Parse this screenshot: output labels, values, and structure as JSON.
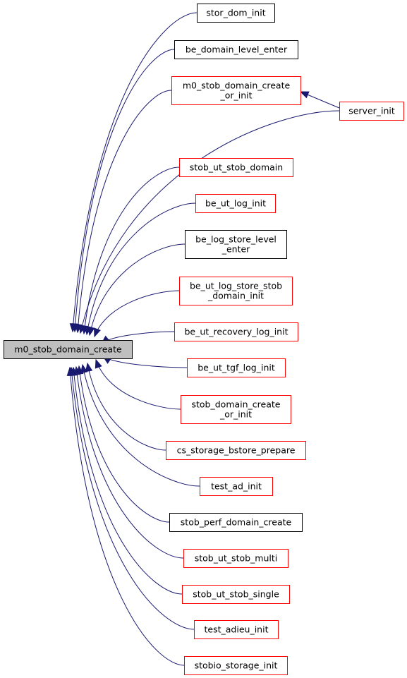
{
  "graph": {
    "root": {
      "id": "root",
      "label": [
        "m0_stob_domain_create"
      ],
      "border": "#000000",
      "fill": "#bfbfbf"
    },
    "nodes": [
      {
        "id": "n1",
        "label": [
          "stor_dom_init"
        ],
        "border": "#000000"
      },
      {
        "id": "n2",
        "label": [
          "be_domain_level_enter"
        ],
        "border": "#000000"
      },
      {
        "id": "n3",
        "label": [
          "m0_stob_domain_create",
          "_or_init"
        ],
        "border": "#ff0000"
      },
      {
        "id": "n4",
        "label": [
          "stob_ut_stob_domain"
        ],
        "border": "#ff0000"
      },
      {
        "id": "n5",
        "label": [
          "be_ut_log_init"
        ],
        "border": "#ff0000"
      },
      {
        "id": "n6",
        "label": [
          "be_log_store_level",
          "_enter"
        ],
        "border": "#000000"
      },
      {
        "id": "n7",
        "label": [
          "be_ut_log_store_stob",
          "_domain_init"
        ],
        "border": "#ff0000"
      },
      {
        "id": "n8",
        "label": [
          "be_ut_recovery_log_init"
        ],
        "border": "#ff0000"
      },
      {
        "id": "n9",
        "label": [
          "be_ut_tgf_log_init"
        ],
        "border": "#ff0000"
      },
      {
        "id": "n10",
        "label": [
          "stob_domain_create",
          "_or_init"
        ],
        "border": "#ff0000"
      },
      {
        "id": "n11",
        "label": [
          "cs_storage_bstore_prepare"
        ],
        "border": "#ff0000"
      },
      {
        "id": "n12",
        "label": [
          "test_ad_init"
        ],
        "border": "#ff0000"
      },
      {
        "id": "n13",
        "label": [
          "stob_perf_domain_create"
        ],
        "border": "#000000"
      },
      {
        "id": "n14",
        "label": [
          "stob_ut_stob_multi"
        ],
        "border": "#ff0000"
      },
      {
        "id": "n15",
        "label": [
          "stob_ut_stob_single"
        ],
        "border": "#ff0000"
      },
      {
        "id": "n16",
        "label": [
          "test_adieu_init"
        ],
        "border": "#ff0000"
      },
      {
        "id": "n17",
        "label": [
          "stobio_storage_init"
        ],
        "border": "#ff0000"
      },
      {
        "id": "n18",
        "label": [
          "server_init"
        ],
        "border": "#ff0000"
      }
    ],
    "edges": [
      {
        "from": "n1",
        "to": "root"
      },
      {
        "from": "n2",
        "to": "root"
      },
      {
        "from": "n3",
        "to": "root"
      },
      {
        "from": "n18",
        "to": "root"
      },
      {
        "from": "n4",
        "to": "root"
      },
      {
        "from": "n5",
        "to": "root"
      },
      {
        "from": "n6",
        "to": "root"
      },
      {
        "from": "n7",
        "to": "root"
      },
      {
        "from": "n8",
        "to": "root"
      },
      {
        "from": "n9",
        "to": "root"
      },
      {
        "from": "n10",
        "to": "root"
      },
      {
        "from": "n11",
        "to": "root"
      },
      {
        "from": "n12",
        "to": "root"
      },
      {
        "from": "n13",
        "to": "root"
      },
      {
        "from": "n14",
        "to": "root"
      },
      {
        "from": "n15",
        "to": "root"
      },
      {
        "from": "n16",
        "to": "root"
      },
      {
        "from": "n17",
        "to": "root"
      },
      {
        "from": "n18",
        "to": "n3"
      }
    ],
    "colors": {
      "edge": "#191970",
      "root_fill": "#bfbfbf",
      "caller_border_red": "#ff0000",
      "caller_border_black": "#000000"
    }
  }
}
